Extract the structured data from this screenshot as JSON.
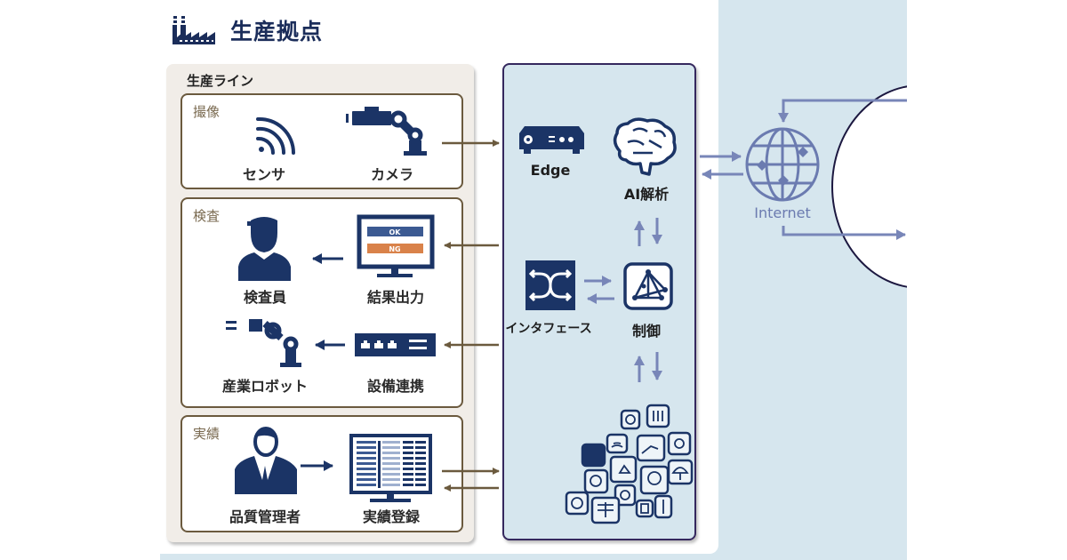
{
  "site": {
    "title": "生産拠点",
    "icon": "factory-icon"
  },
  "production_line": {
    "title": "生産ライン",
    "groups": [
      {
        "label": "撮像",
        "items": [
          {
            "label": "センサ",
            "icon": "wifi-sensor-icon"
          },
          {
            "label": "カメラ",
            "icon": "robot-camera-icon"
          }
        ]
      },
      {
        "label": "検査",
        "items": [
          {
            "label": "検査員",
            "icon": "inspector-icon"
          },
          {
            "label": "結果出力",
            "icon": "monitor-ok-ng-icon",
            "screen_labels": [
              "OK",
              "NG"
            ]
          },
          {
            "label": "産業ロボット",
            "icon": "industrial-robot-icon"
          },
          {
            "label": "設備連携",
            "icon": "network-switch-icon"
          }
        ]
      },
      {
        "label": "実績",
        "items": [
          {
            "label": "品質管理者",
            "icon": "manager-icon"
          },
          {
            "label": "実績登録",
            "icon": "spreadsheet-monitor-icon"
          }
        ]
      }
    ]
  },
  "edge_system": {
    "nodes": [
      {
        "label": "Edge",
        "icon": "edge-device-icon"
      },
      {
        "label": "AI解析",
        "icon": "brain-icon"
      },
      {
        "label": "インタフェース",
        "icon": "interface-switch-icon"
      },
      {
        "label": "制御",
        "icon": "control-icon"
      }
    ],
    "iot_cluster_icon": "iot-devices-icon"
  },
  "internet": {
    "label": "Internet",
    "icon": "globe-icon"
  },
  "colors": {
    "navy": "#1b3466",
    "brown_arrow": "#6b5a3e",
    "blue_arrow": "#7886b8",
    "bg_blue": "#d6e6ee",
    "ng_orange": "#d9824a",
    "ok_blue": "#3c5a92"
  }
}
